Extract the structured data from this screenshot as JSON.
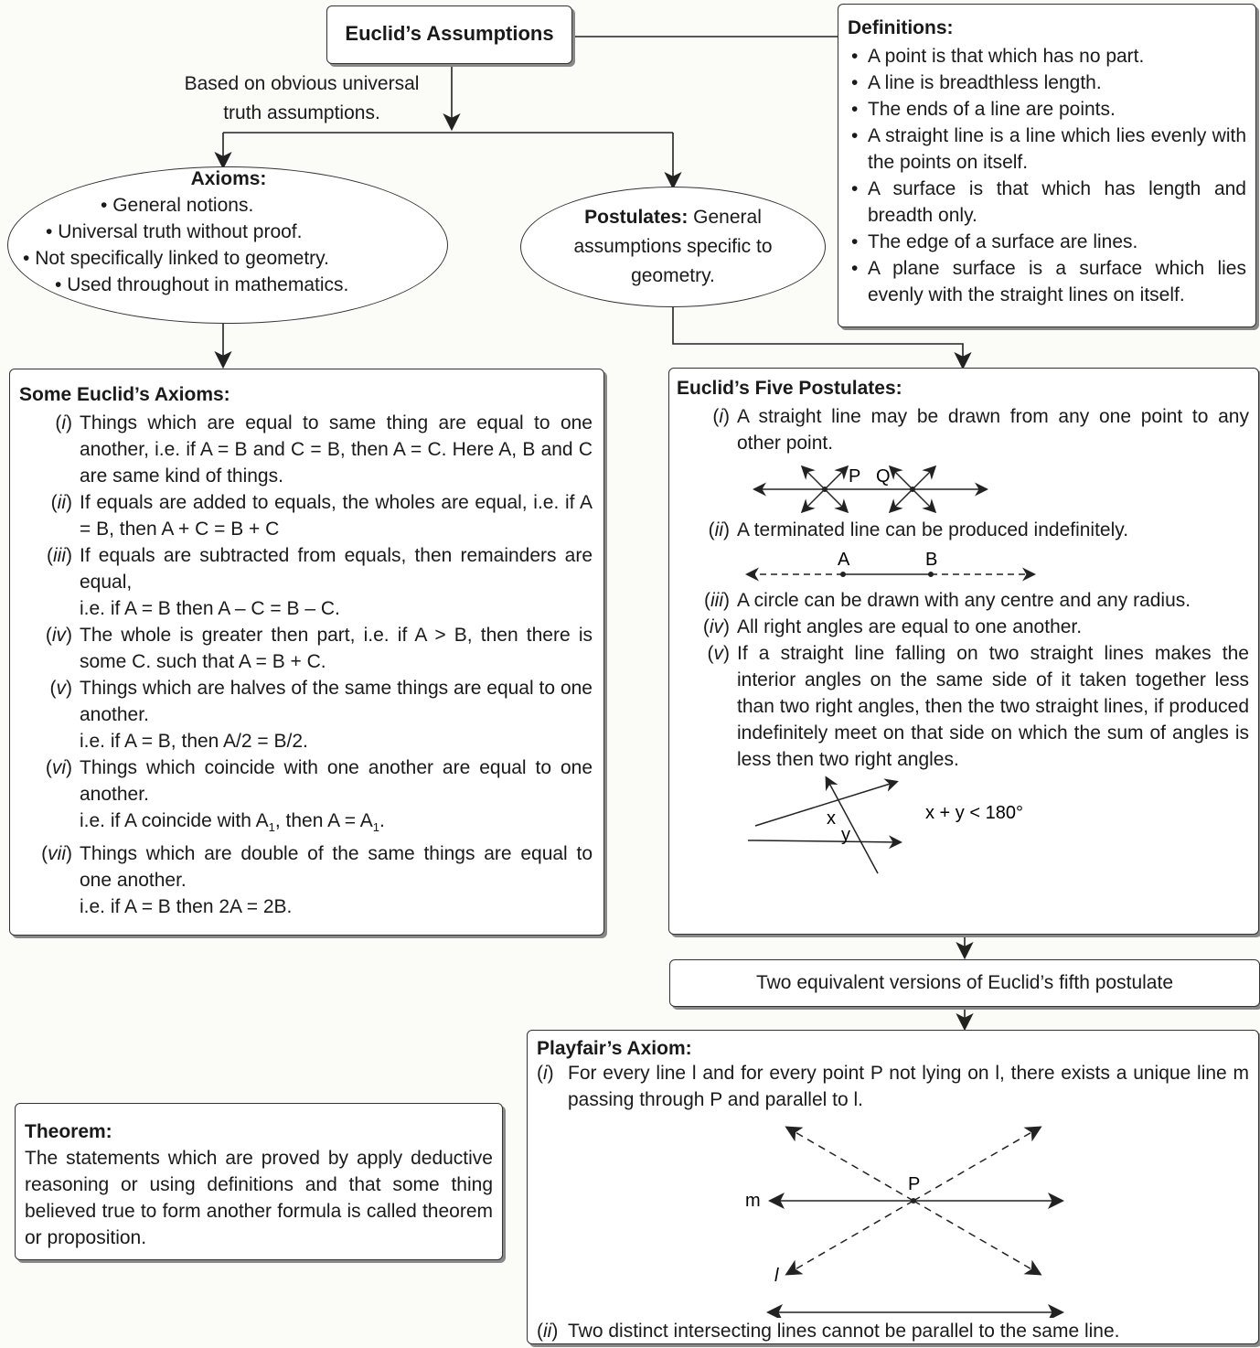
{
  "top_box": {
    "title": "Euclid’s Assumptions"
  },
  "basis_note": {
    "line1": "Based on obvious universal",
    "line2": "truth assumptions."
  },
  "axioms_ellipse": {
    "title": "Axioms:",
    "bullets": [
      "General notions.",
      "Universal truth without proof.",
      "Not specifically linked to geometry.",
      "Used throughout in mathematics."
    ]
  },
  "postulates_ellipse": {
    "title": "Postulates:",
    "text_a": " General",
    "text_b": "assumptions specific to",
    "text_c": "geometry."
  },
  "definitions": {
    "title": "Definitions:",
    "items": [
      "A point is that which has no part.",
      "A line is breadthless length.",
      "The ends of a line are points.",
      "A straight line is a line which lies evenly with the points on itself.",
      "A surface is that which has length and breadth only.",
      "The edge of a surface are lines.",
      "A plane surface is a surface which lies evenly with the straight lines on itself."
    ]
  },
  "some_axioms": {
    "title": "Some Euclid’s Axioms:",
    "items": [
      {
        "num": "i",
        "text": "Things which are equal to same thing are equal to one another, i.e. if A = B and C = B, then A = C. Here A, B and C are same kind of things."
      },
      {
        "num": "ii",
        "text": "If equals are added to equals, the wholes are equal, i.e. if A = B, then A + C = B + C"
      },
      {
        "num": "iii",
        "text": "If equals are subtracted from equals, then remainders are equal,",
        "extra": "i.e. if A = B then A – C = B – C."
      },
      {
        "num": "iv",
        "text": "The whole is greater then part, i.e. if A > B, then there is some C. such that A = B + C."
      },
      {
        "num": "v",
        "text": "Things which are halves of the same things are equal to one another.",
        "extra": "i.e. if A =  B, then A/2 = B/2."
      },
      {
        "num": "vi",
        "text": "Things which coincide with one another are equal to one another.",
        "extra_a": "i.e. if A coincide with A",
        "extra_b": ", then A = A",
        "extra_c": ".",
        "sub": "1"
      },
      {
        "num": "vii",
        "text": "Things which are double of the same things are equal to one another.",
        "extra": "i.e. if A = B then 2A = 2B."
      }
    ]
  },
  "five_postulates": {
    "title": "Euclid’s Five Postulates:",
    "items": [
      {
        "num": "i",
        "text": "A straight line may be drawn from any one point to any other point."
      },
      {
        "num": "ii",
        "text": "A terminated line can be produced indefinitely."
      },
      {
        "num": "iii",
        "text": "A circle can be drawn with any centre and any radius."
      },
      {
        "num": "iv",
        "text": "All right angles are equal to one another."
      },
      {
        "num": "v",
        "text": "If a straight line falling on two straight lines makes the interior angles on the same side of it taken together less than two right angles, then the two straight lines, if produced indefinitely meet on that side on which the sum of angles is less then two right angles."
      }
    ],
    "fig1_labels": {
      "p": "P",
      "q": "Q"
    },
    "fig2_labels": {
      "a": "A",
      "b": "B"
    },
    "fig3_labels": {
      "x": "x",
      "y": "y",
      "eq": "x + y < 180°"
    }
  },
  "fifth_versions": {
    "text": "Two equivalent versions of Euclid’s fifth postulate"
  },
  "playfair": {
    "title": "Playfair’s Axiom:",
    "item1_num": "i",
    "item1_text": "For every line l and for every point P not lying on l, there exists a unique line m passing through P and parallel to l.",
    "fig_labels": {
      "p": "P",
      "m": "m",
      "l": "l"
    },
    "item2_num": "ii",
    "item2_text": "Two distinct intersecting lines cannot be parallel to the same line."
  },
  "theorem": {
    "title": "Theorem:",
    "text": "The statements which are proved by apply deductive reasoning or using definitions and that some thing believed true to form another formula is called theorem or proposition."
  }
}
